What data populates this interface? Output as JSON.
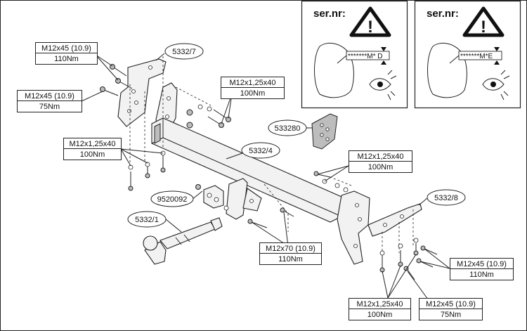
{
  "warning_panels": [
    {
      "ser_label": "ser.nr:",
      "code": "*******M* D"
    },
    {
      "ser_label": "ser.nr:",
      "code": "*******M*E"
    }
  ],
  "warning_glyph": "!",
  "callouts": {
    "top_left_bolt": {
      "line1": "M12x45 (10.9)",
      "line2": "110Nm"
    },
    "left_bolt": {
      "line1": "M12x45 (10.9)",
      "line2": "75Nm"
    },
    "mid_left_bolt": {
      "line1": "M12x1,25x40",
      "line2": "100Nm"
    },
    "top_mid_bolt": {
      "line1": "M12x1,25x40",
      "line2": "100Nm"
    },
    "right_bolt": {
      "line1": "M12x1,25x40",
      "line2": "100Nm"
    },
    "center_bolt": {
      "line1": "M12x70 (10.9)",
      "line2": "110Nm"
    },
    "bottom_right_bolt_a": {
      "line1": "M12x45 (10.9)",
      "line2": "110Nm"
    },
    "bottom_mid_bolt": {
      "line1": "M12x1,25x40",
      "line2": "100Nm"
    },
    "bottom_right_bolt_b": {
      "line1": "M12x45 (10.9)",
      "line2": "75Nm"
    }
  },
  "part_labels": {
    "bracket_left": "5332/7",
    "crossbar": "5332/4",
    "plate": "533280",
    "socket_bracket": "9520092",
    "ball": "5332/1",
    "bracket_right": "5332/8"
  },
  "icons": {
    "warning": "warning-triangle-icon",
    "eye": "eye-icon"
  }
}
